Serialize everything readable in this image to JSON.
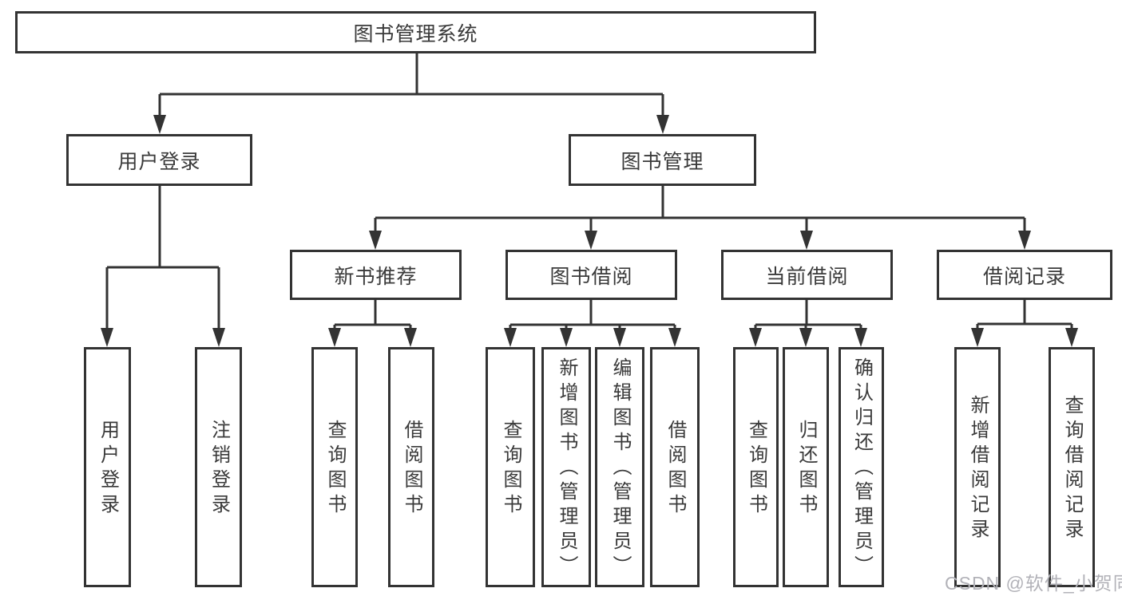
{
  "diagram": {
    "root": {
      "label": "图书管理系统"
    },
    "branches": [
      {
        "label": "用户登录",
        "children": [
          {
            "label": "用户登录"
          },
          {
            "label": "注销登录"
          }
        ]
      },
      {
        "label": "图书管理",
        "children": [
          {
            "label": "新书推荐",
            "children": [
              {
                "label": "查询图书"
              },
              {
                "label": "借阅图书"
              }
            ]
          },
          {
            "label": "图书借阅",
            "children": [
              {
                "label": "查询图书"
              },
              {
                "label": "新增图书（管理员）"
              },
              {
                "label": "编辑图书（管理员）"
              },
              {
                "label": "借阅图书"
              }
            ]
          },
          {
            "label": "当前借阅",
            "children": [
              {
                "label": "查询图书"
              },
              {
                "label": "归还图书"
              },
              {
                "label": "确认归还（管理员）"
              }
            ]
          },
          {
            "label": "借阅记录",
            "children": [
              {
                "label": "新增借阅记录"
              },
              {
                "label": "查询借阅记录"
              }
            ]
          }
        ]
      }
    ]
  },
  "watermark": {
    "text": "CSDN @软件_小贺同学"
  },
  "colors": {
    "line": "#333333",
    "text": "#3a3a3a",
    "watermark": "#b2b2b8",
    "background": "#ffffff"
  }
}
